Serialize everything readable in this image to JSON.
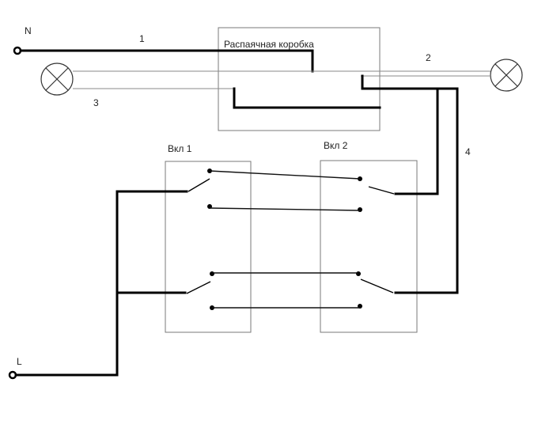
{
  "labels": {
    "neutral": "N",
    "line": "L",
    "junction_box": "Распаячная коробка",
    "switch_1": "Вкл 1",
    "switch_2": "Вкл 2",
    "wire_1": "1",
    "wire_2": "2",
    "wire_3": "3",
    "wire_4": "4"
  },
  "colors": {
    "wire": "#000000",
    "box_outline": "#7a7a7a",
    "background": "#ffffff"
  }
}
